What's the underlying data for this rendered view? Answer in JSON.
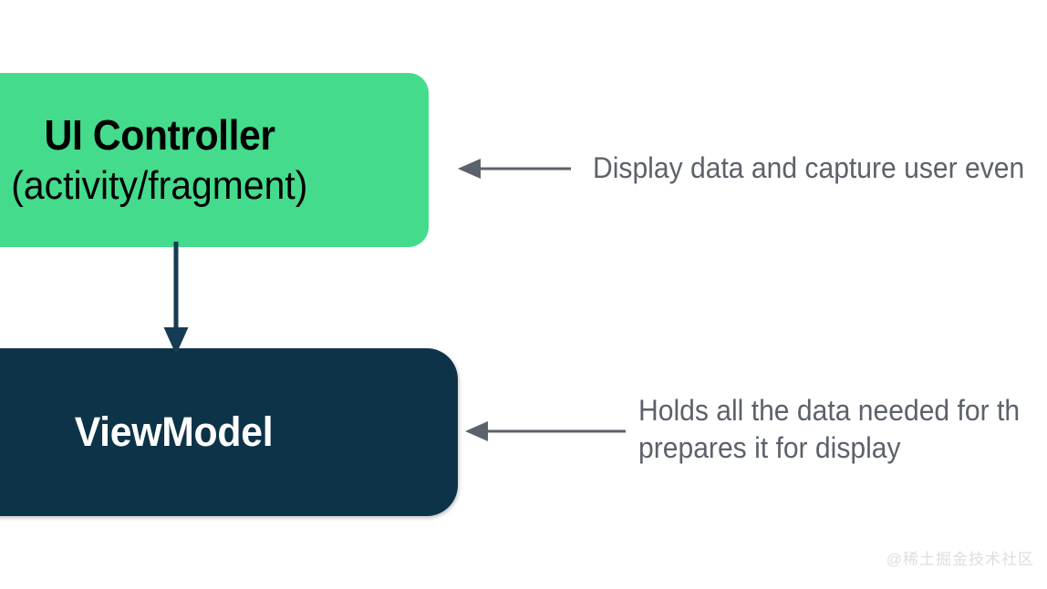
{
  "diagram": {
    "background_color": "#ffffff",
    "nodes": [
      {
        "id": "ui-controller",
        "title": "UI Controller",
        "subtitle": "(activity/fragment)",
        "fill_color": "#44dc8c",
        "text_color": "#000000"
      },
      {
        "id": "viewmodel",
        "title": "ViewModel",
        "fill_color": "#0d3348",
        "text_color": "#ffffff"
      }
    ],
    "connectors": [
      {
        "id": "ui-controller-to-viewmodel",
        "direction": "down",
        "color": "#153c52"
      },
      {
        "id": "annotation-pointer-1",
        "direction": "left",
        "color": "#5c626b"
      },
      {
        "id": "annotation-pointer-2",
        "direction": "left",
        "color": "#5c626b"
      }
    ],
    "annotations": [
      {
        "id": "annotation-1",
        "target": "ui-controller",
        "lines": [
          "Display data and capture user even"
        ],
        "color": "#5c626b"
      },
      {
        "id": "annotation-2",
        "target": "viewmodel",
        "lines": [
          "Holds all the data needed for th",
          "prepares it for display"
        ],
        "color": "#5c626b"
      }
    ],
    "watermark": "@稀土掘金技术社区"
  }
}
